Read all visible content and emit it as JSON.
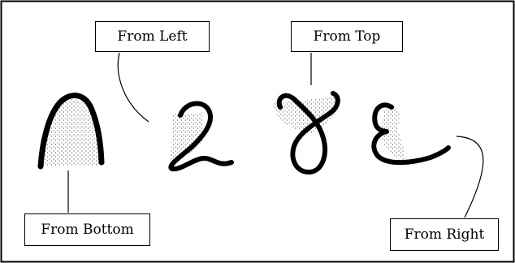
{
  "labels": {
    "left": "From Left",
    "top": "From Top",
    "bottom": "From Bottom",
    "right": "From Right"
  },
  "glyphs": [
    {
      "character": "n",
      "fill_direction": "From Bottom"
    },
    {
      "character": "2",
      "fill_direction": "From Left"
    },
    {
      "character": "8",
      "fill_direction": "From Top"
    },
    {
      "character": "e",
      "fill_direction": "From Right"
    }
  ],
  "colors": {
    "ink": "#000000",
    "stipple": "#000000",
    "background": "#ffffff",
    "frame": "#000000"
  }
}
